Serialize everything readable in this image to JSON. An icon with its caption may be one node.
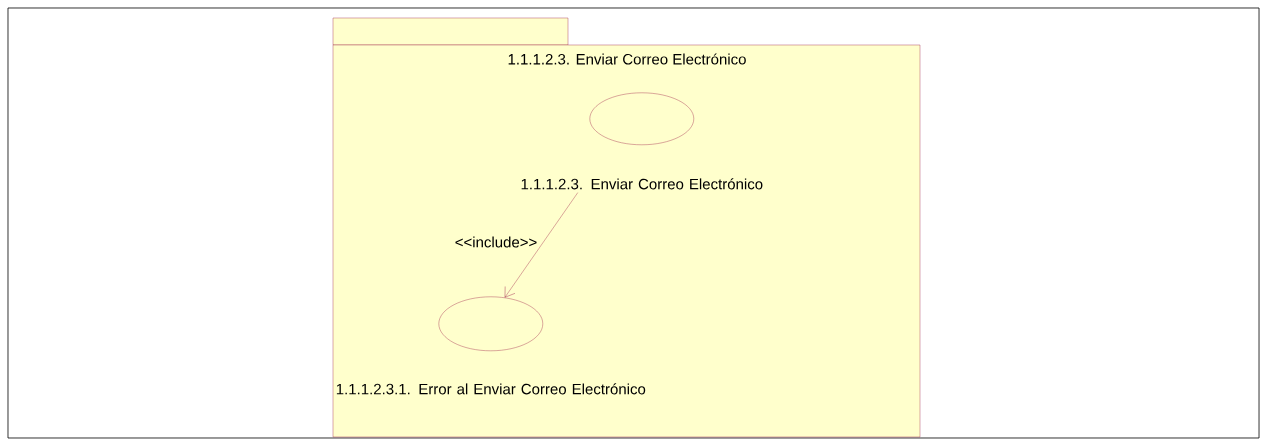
{
  "diagram": {
    "nodes": [
      {
        "text": [
          "1.1.1.2.3. Enviar Correo Electrónico"
        ]
      },
      {
        "text": [
          "1.1.1.2.3. Enviar Correo Electrónico"
        ],
        "in": 0
      },
      {
        "text": [
          "1.1.1.2.3.1. Error al Enviar Correo Electrónico"
        ],
        "in": 0
      }
    ],
    "edges": [
      {
        "from": 1,
        "to": 2,
        "arrow": "to",
        "label": "<<include>>"
      }
    ]
  }
}
